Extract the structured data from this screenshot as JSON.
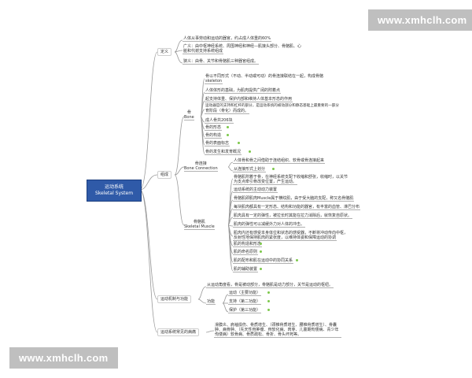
{
  "watermark": {
    "text": "www.xmhclh.com"
  },
  "root": {
    "title_cn": "运动系统",
    "title_en": "Skeletal System"
  },
  "def": {
    "label": "定义",
    "items": [
      "人体从事劳动和运动的器官，约占成人体重的60%",
      "广义：由中枢神经系统、周围神经和神经—肌接头部分、骨骼肌、心",
      "脏和代谢支持系统组成",
      "狭义：由骨、关节和骨骼肌三种器官组成。"
    ]
  },
  "comp": {
    "label": "组成",
    "bone": {
      "label_cn": "骨",
      "label_en": "Bone",
      "items": [
        "骨以不同形式（不动、半动或可动）的骨连接联结在一起，构成骨骼",
        "skeleton",
        "人体体形的基础，为肌肉提供广阔的附着点",
        "起支持体重、保护内部和维持人体基本形态的作用",
        "运动器官的支持和杠杆的部分，是运动系统的被动部分和静态基础上最重要的一部分",
        "育阶段（骨化）而成的。",
        "成人骨共206块",
        "骨的形态",
        "骨的构造",
        "骨的表面标志",
        "骨的发生和发育概况"
      ]
    },
    "joint": {
      "label_cn": "骨连接",
      "label_en": "Bone Connection",
      "items": [
        "人体骨和骨之间借助于连结组织、软骨或骨连接起来",
        "从连接形式上划分"
      ]
    },
    "muscle": {
      "label_cn": "骨骼肌",
      "label_en": "Skeletal Muscle",
      "items": [
        "骨骼肌附着于骨，在神经系统支配下收缩和舒张，收缩时，以关节",
        "为支点牵引骨改变位置，产生运动。",
        "运动系统的主动动力装置",
        "骨骼肌即肌肉Muscle属于横纹肌，由于受大脑的支配，称又名骨骼肌",
        "每块肌肉都具有一定形态、结构和功能的器官，有丰富的血管、淋巴分布",
        "肌肉具有一定的弹性，被拉长时其能在拉力消除后，就恢复自原状。",
        "肌肉的弹性可以减缓外力对人体的冲击。",
        "肌肉内还有感受本身体位和状态的感受器，不断将冲动传向中枢，",
        "反射性地保持肌肉的紧张度，以维持体姿和保障运动的协调",
        "肌的构造和形态",
        "肌的命名原则",
        "肌的配布和肌在运动中的协同关系",
        "肌的辅助装置"
      ]
    }
  },
  "mech": {
    "label": "运动机制与功能",
    "desc": "从运动角度看，骨是被动部分，骨骼肌是动力部分，关节是运动的枢纽。",
    "func_label": "功能",
    "funcs": [
      "运动（主要功能）",
      "支持（第二功能）",
      "保护（第三功能）"
    ]
  },
  "disease": {
    "label": "运动系统常见的病痛",
    "text": "滑膜炎、肩袖损伤、骨质增生、（颈椎骨质增生、腰椎骨质增生）、骨囊肿、病骨肿、（先天性骨肿瘤、骨软化病、肉芽、儿童期佝偻病、青少年佝偻病）软骨病、骨质疏松、骨折、骨头坏死等。"
  },
  "colors": {
    "root_fill": "#2f5aa8",
    "branch_line": "#8c8c8c",
    "marker": "#7cc84a"
  }
}
